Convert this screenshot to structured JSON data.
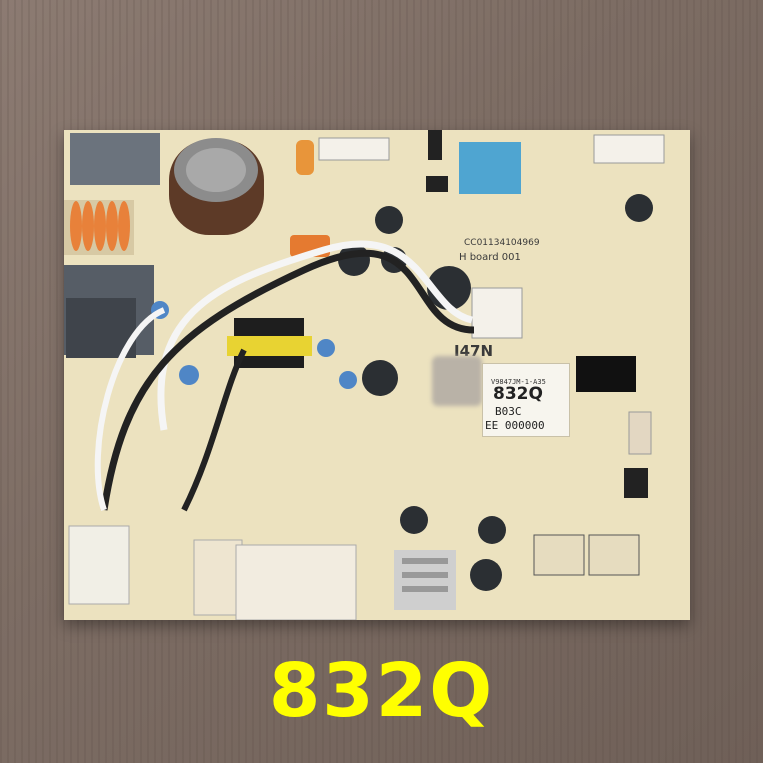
{
  "caption": "832Q",
  "sticker": {
    "line1": "V9847JM-1-A35",
    "model": "832Q",
    "code": "B03C",
    "serial": "EE 000000"
  },
  "board_text": {
    "board_name": "H       board 001",
    "part_number": "CC01134104969",
    "ic_tag": "I47N"
  },
  "colors": {
    "background": "#7d6d64",
    "board": "#ece2bf",
    "caption": "#ffff00"
  }
}
